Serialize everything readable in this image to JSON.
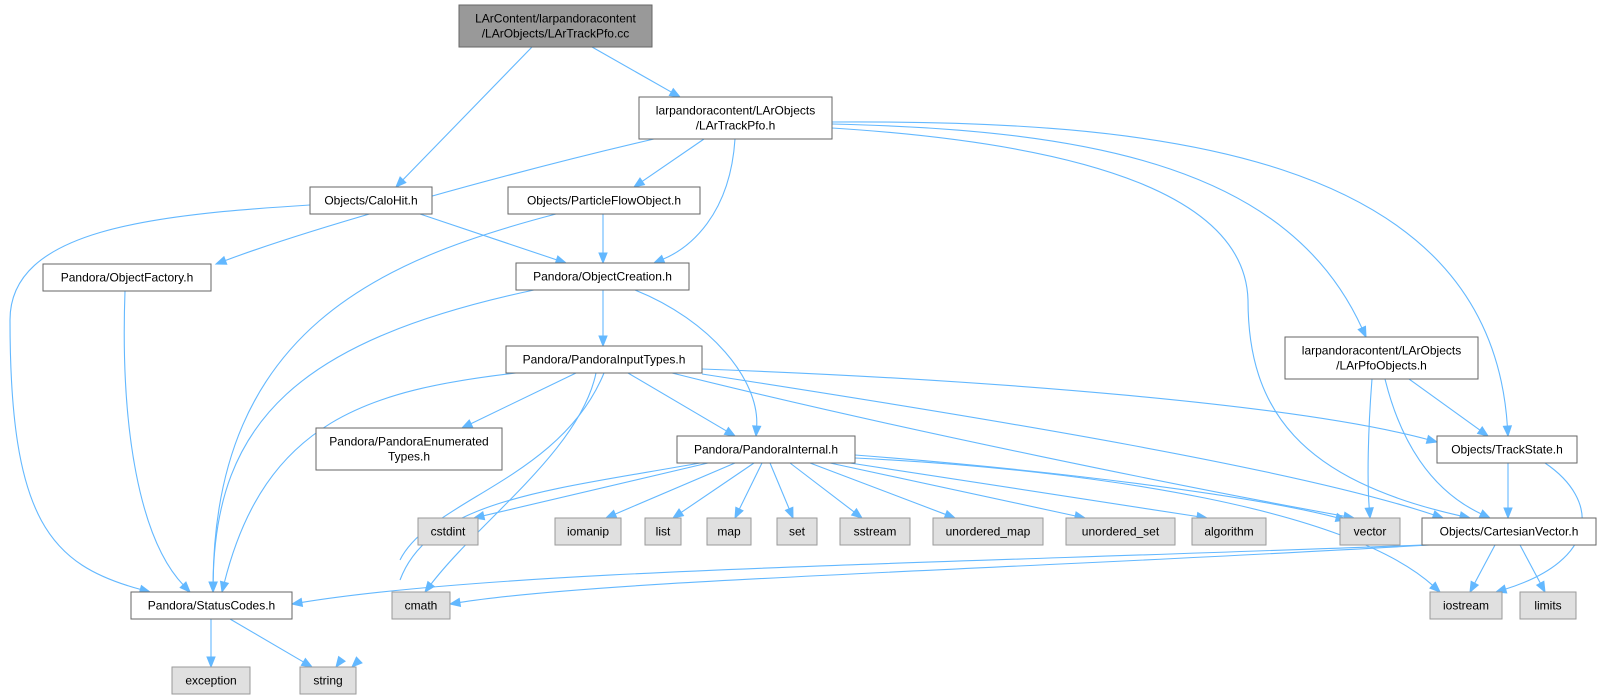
{
  "colors": {
    "root_fill": "#999999",
    "root_stroke": "#666666",
    "local_fill": "#ffffff",
    "local_stroke": "#666666",
    "system_fill": "#e0e0e0",
    "system_stroke": "#999999",
    "edge": "#63b8ff",
    "text": "#000000"
  },
  "nodes": [
    {
      "id": "root",
      "kind": "root",
      "lines": [
        "LArContent/larpandoracontent",
        "/LArObjects/LArTrackPfo.cc"
      ]
    },
    {
      "id": "lartrackpfo_h",
      "kind": "local",
      "lines": [
        "larpandoracontent/LArObjects",
        "/LArTrackPfo.h"
      ]
    },
    {
      "id": "calohit_h",
      "kind": "local",
      "lines": [
        "Objects/CaloHit.h"
      ]
    },
    {
      "id": "particleflowobject_h",
      "kind": "local",
      "lines": [
        "Objects/ParticleFlowObject.h"
      ]
    },
    {
      "id": "objectfactory_h",
      "kind": "local",
      "lines": [
        "Pandora/ObjectFactory.h"
      ]
    },
    {
      "id": "objectcreation_h",
      "kind": "local",
      "lines": [
        "Pandora/ObjectCreation.h"
      ]
    },
    {
      "id": "pandorainputtypes_h",
      "kind": "local",
      "lines": [
        "Pandora/PandoraInputTypes.h"
      ]
    },
    {
      "id": "pandoraenumeratedtypes_h",
      "kind": "local",
      "lines": [
        "Pandora/PandoraEnumerated",
        "Types.h"
      ]
    },
    {
      "id": "pandorainternal_h",
      "kind": "local",
      "lines": [
        "Pandora/PandoraInternal.h"
      ]
    },
    {
      "id": "larpfoobjects_h",
      "kind": "local",
      "lines": [
        "larpandoracontent/LArObjects",
        "/LArPfoObjects.h"
      ]
    },
    {
      "id": "trackstate_h",
      "kind": "local",
      "lines": [
        "Objects/TrackState.h"
      ]
    },
    {
      "id": "cartesianvector_h",
      "kind": "local",
      "lines": [
        "Objects/CartesianVector.h"
      ]
    },
    {
      "id": "statuscodes_h",
      "kind": "local",
      "lines": [
        "Pandora/StatusCodes.h"
      ]
    },
    {
      "id": "cstdint",
      "kind": "system",
      "lines": [
        "cstdint"
      ]
    },
    {
      "id": "iomanip",
      "kind": "system",
      "lines": [
        "iomanip"
      ]
    },
    {
      "id": "list",
      "kind": "system",
      "lines": [
        "list"
      ]
    },
    {
      "id": "map",
      "kind": "system",
      "lines": [
        "map"
      ]
    },
    {
      "id": "set",
      "kind": "system",
      "lines": [
        "set"
      ]
    },
    {
      "id": "sstream",
      "kind": "system",
      "lines": [
        "sstream"
      ]
    },
    {
      "id": "unordered_map",
      "kind": "system",
      "lines": [
        "unordered_map"
      ]
    },
    {
      "id": "unordered_set",
      "kind": "system",
      "lines": [
        "unordered_set"
      ]
    },
    {
      "id": "algorithm",
      "kind": "system",
      "lines": [
        "algorithm"
      ]
    },
    {
      "id": "vector",
      "kind": "system",
      "lines": [
        "vector"
      ]
    },
    {
      "id": "cmath",
      "kind": "system",
      "lines": [
        "cmath"
      ]
    },
    {
      "id": "iostream",
      "kind": "system",
      "lines": [
        "iostream"
      ]
    },
    {
      "id": "limits",
      "kind": "system",
      "lines": [
        "limits"
      ]
    },
    {
      "id": "exception",
      "kind": "system",
      "lines": [
        "exception"
      ]
    },
    {
      "id": "string",
      "kind": "system",
      "lines": [
        "string"
      ]
    }
  ],
  "edges": [
    {
      "from": "root",
      "to": "lartrackpfo_h"
    },
    {
      "from": "root",
      "to": "calohit_h"
    },
    {
      "from": "lartrackpfo_h",
      "to": "particleflowobject_h"
    },
    {
      "from": "lartrackpfo_h",
      "to": "objectfactory_h"
    },
    {
      "from": "lartrackpfo_h",
      "to": "objectcreation_h"
    },
    {
      "from": "lartrackpfo_h",
      "to": "larpfoobjects_h"
    },
    {
      "from": "lartrackpfo_h",
      "to": "trackstate_h"
    },
    {
      "from": "lartrackpfo_h",
      "to": "cartesianvector_h"
    },
    {
      "from": "calohit_h",
      "to": "objectcreation_h"
    },
    {
      "from": "calohit_h",
      "to": "statuscodes_h"
    },
    {
      "from": "particleflowobject_h",
      "to": "objectcreation_h"
    },
    {
      "from": "particleflowobject_h",
      "to": "statuscodes_h"
    },
    {
      "from": "objectfactory_h",
      "to": "statuscodes_h"
    },
    {
      "from": "objectcreation_h",
      "to": "pandorainputtypes_h"
    },
    {
      "from": "objectcreation_h",
      "to": "pandorainternal_h"
    },
    {
      "from": "objectcreation_h",
      "to": "statuscodes_h"
    },
    {
      "from": "pandorainputtypes_h",
      "to": "pandoraenumeratedtypes_h"
    },
    {
      "from": "pandorainputtypes_h",
      "to": "pandorainternal_h"
    },
    {
      "from": "pandorainputtypes_h",
      "to": "statuscodes_h"
    },
    {
      "from": "pandorainputtypes_h",
      "to": "trackstate_h"
    },
    {
      "from": "pandorainputtypes_h",
      "to": "cartesianvector_h"
    },
    {
      "from": "pandorainputtypes_h",
      "to": "vector"
    },
    {
      "from": "pandorainputtypes_h",
      "to": "cmath"
    },
    {
      "from": "pandorainputtypes_h",
      "to": "string"
    },
    {
      "from": "pandorainternal_h",
      "to": "cstdint"
    },
    {
      "from": "pandorainternal_h",
      "to": "iomanip"
    },
    {
      "from": "pandorainternal_h",
      "to": "list"
    },
    {
      "from": "pandorainternal_h",
      "to": "map"
    },
    {
      "from": "pandorainternal_h",
      "to": "set"
    },
    {
      "from": "pandorainternal_h",
      "to": "sstream"
    },
    {
      "from": "pandorainternal_h",
      "to": "unordered_map"
    },
    {
      "from": "pandorainternal_h",
      "to": "unordered_set"
    },
    {
      "from": "pandorainternal_h",
      "to": "algorithm"
    },
    {
      "from": "pandorainternal_h",
      "to": "vector"
    },
    {
      "from": "pandorainternal_h",
      "to": "iostream"
    },
    {
      "from": "pandorainternal_h",
      "to": "string"
    },
    {
      "from": "larpfoobjects_h",
      "to": "trackstate_h"
    },
    {
      "from": "larpfoobjects_h",
      "to": "cartesianvector_h"
    },
    {
      "from": "larpfoobjects_h",
      "to": "vector"
    },
    {
      "from": "trackstate_h",
      "to": "cartesianvector_h"
    },
    {
      "from": "trackstate_h",
      "to": "iostream"
    },
    {
      "from": "cartesianvector_h",
      "to": "statuscodes_h"
    },
    {
      "from": "cartesianvector_h",
      "to": "cmath"
    },
    {
      "from": "cartesianvector_h",
      "to": "iostream"
    },
    {
      "from": "cartesianvector_h",
      "to": "limits"
    },
    {
      "from": "statuscodes_h",
      "to": "exception"
    },
    {
      "from": "statuscodes_h",
      "to": "string"
    }
  ]
}
